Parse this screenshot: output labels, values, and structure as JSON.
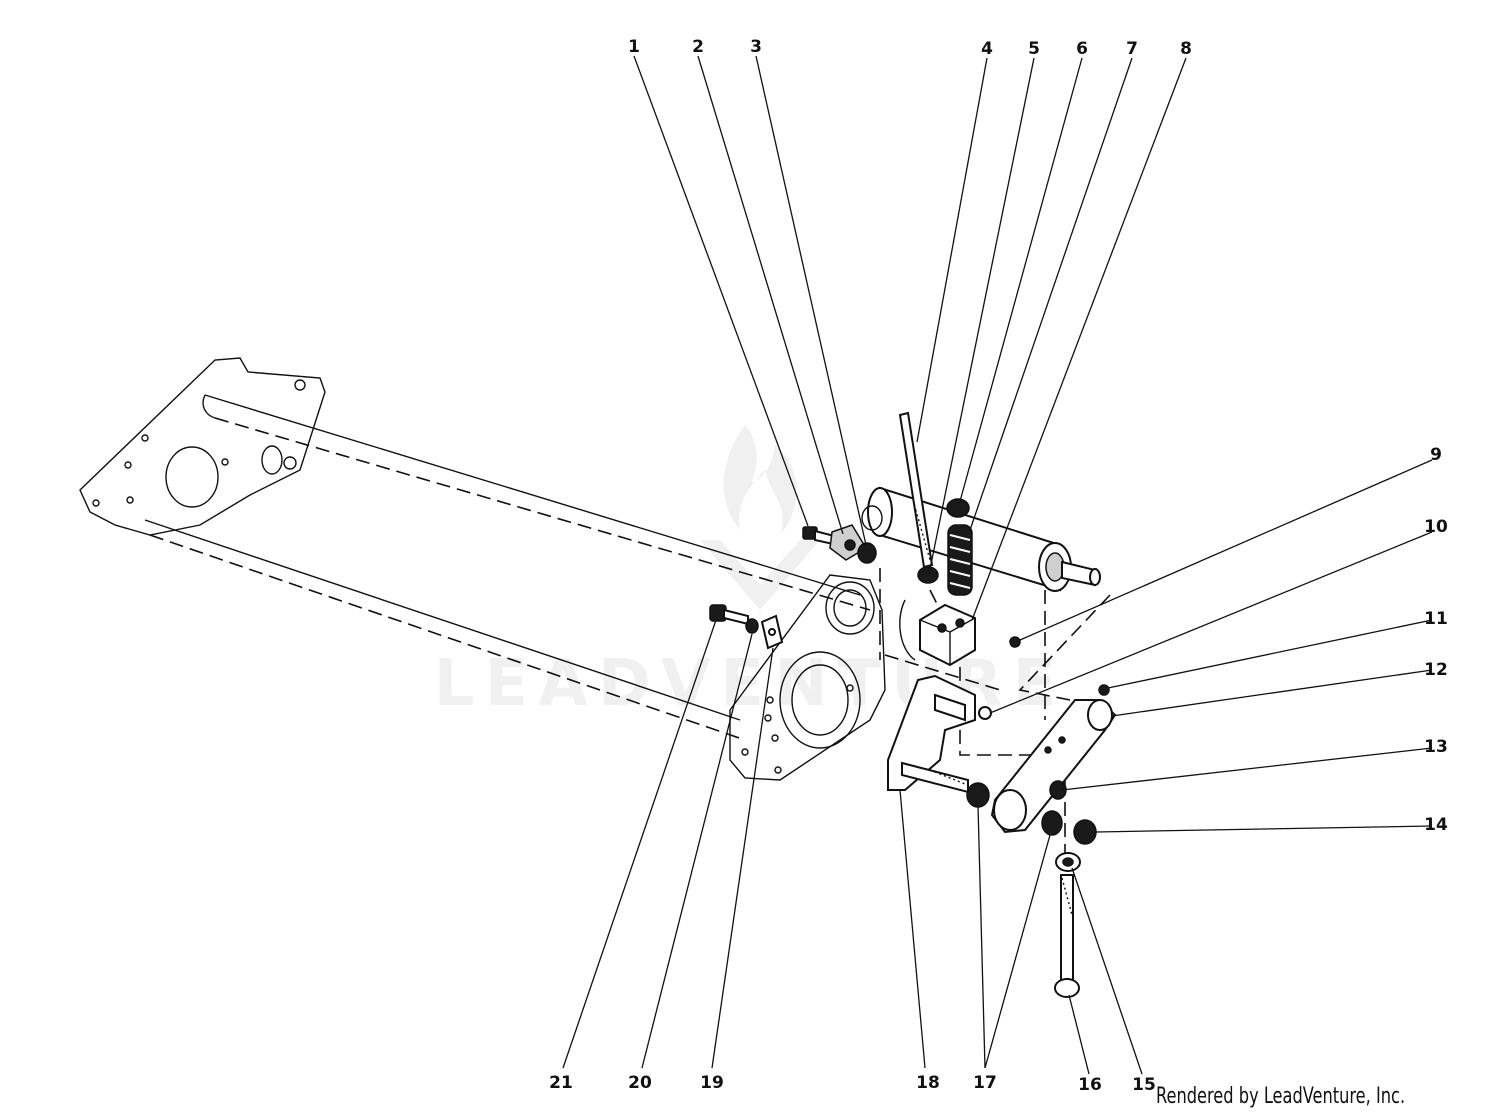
{
  "diagram": {
    "callouts": [
      {
        "id": "1",
        "label": "1"
      },
      {
        "id": "2",
        "label": "2"
      },
      {
        "id": "3",
        "label": "3"
      },
      {
        "id": "4",
        "label": "4"
      },
      {
        "id": "5",
        "label": "5"
      },
      {
        "id": "6",
        "label": "6"
      },
      {
        "id": "7",
        "label": "7"
      },
      {
        "id": "8",
        "label": "8"
      },
      {
        "id": "9",
        "label": "9"
      },
      {
        "id": "10",
        "label": "10"
      },
      {
        "id": "11",
        "label": "11"
      },
      {
        "id": "12",
        "label": "12"
      },
      {
        "id": "13",
        "label": "13"
      },
      {
        "id": "14",
        "label": "14"
      },
      {
        "id": "15",
        "label": "15"
      },
      {
        "id": "16",
        "label": "16"
      },
      {
        "id": "17",
        "label": "17"
      },
      {
        "id": "18",
        "label": "18"
      },
      {
        "id": "19",
        "label": "19"
      },
      {
        "id": "20",
        "label": "20"
      },
      {
        "id": "21",
        "label": "21"
      }
    ],
    "watermark_text": "LEADVENTURE",
    "credit": "Rendered by LeadVenture, Inc."
  }
}
